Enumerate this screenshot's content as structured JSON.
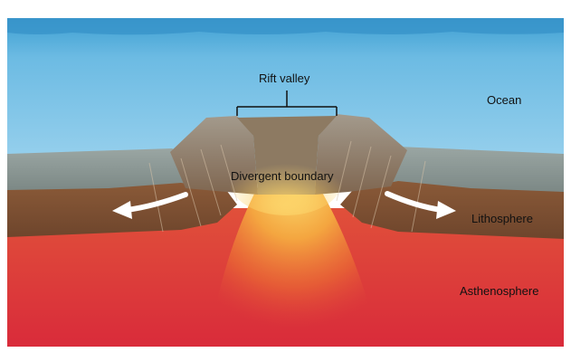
{
  "labels": {
    "rift_valley": "Rift valley",
    "divergent_boundary": "Divergent boundary",
    "ocean": "Ocean",
    "lithosphere": "Lithosphere",
    "asthenosphere": "Asthenosphere"
  },
  "colors": {
    "ocean_top": "#4aa9d8",
    "ocean_bottom": "#8fcbea",
    "seafloor": "#8a9592",
    "ridge_rock": "#9a8f80",
    "lithosphere": "#7b4f32",
    "asthenosphere": "#e2343b",
    "magma_core": "#f4b34a",
    "arrow": "#ffffff"
  }
}
